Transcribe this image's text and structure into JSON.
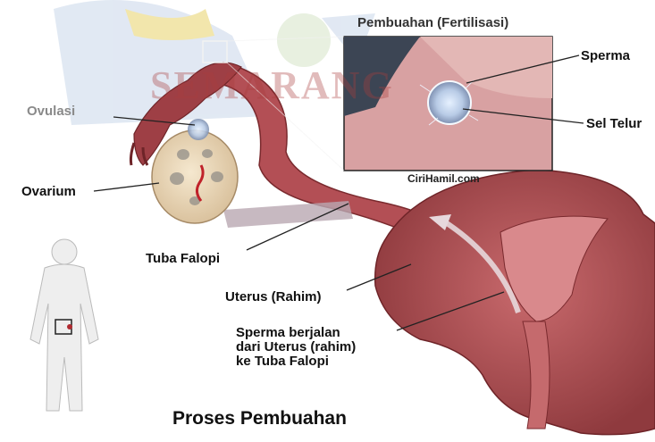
{
  "title": "Proses Pembuahan",
  "inset": {
    "title": "Pembuahan (Fertilisasi)",
    "labels": {
      "sperm": "Sperma",
      "egg": "Sel Telur"
    },
    "source": "CiriHamil.com"
  },
  "labels": {
    "ovulation": "Ovulasi",
    "ovary": "Ovarium",
    "fallopian_tube": "Tuba Falopi",
    "uterus": "Uterus (Rahim)",
    "sperm_travel": [
      "Sperma berjalan",
      "dari Uterus (rahim)",
      "ke Tuba Falopi"
    ]
  },
  "watermark": "SEMARANG",
  "colors": {
    "tissue": "#b5565a",
    "tissue_dark": "#7a2a2e",
    "uterus": "#a84b4f",
    "watermark_blue": "#8fb0d8",
    "watermark_yellow": "#e8d26a"
  }
}
